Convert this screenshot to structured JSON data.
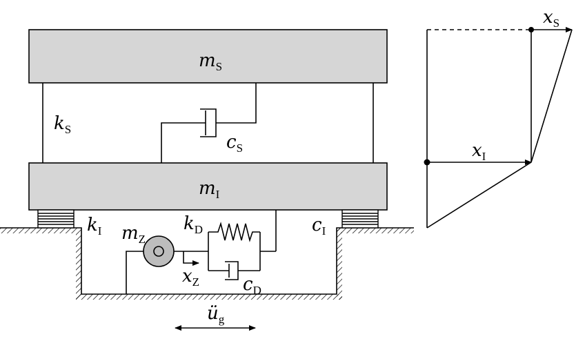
{
  "labels": {
    "m_s": {
      "base": "m",
      "sub": "S"
    },
    "k_s": {
      "base": "k",
      "sub": "S"
    },
    "c_s": {
      "base": "c",
      "sub": "S"
    },
    "m_i": {
      "base": "m",
      "sub": "I"
    },
    "k_i": {
      "base": "k",
      "sub": "I"
    },
    "c_i": {
      "base": "c",
      "sub": "I"
    },
    "m_z": {
      "base": "m",
      "sub": "Z"
    },
    "k_d": {
      "base": "k",
      "sub": "D"
    },
    "c_d": {
      "base": "c",
      "sub": "D"
    },
    "x_z": {
      "base": "x",
      "sub": "Z"
    },
    "u_g": {
      "base": "ü",
      "sub": "g"
    },
    "x_s": {
      "base": "x",
      "sub": "S"
    },
    "x_i": {
      "base": "x",
      "sub": "I"
    }
  },
  "colors": {
    "mass_fill": "#d6d6d6",
    "stroke": "#000000",
    "flywheel_fill": "#bdbdbd"
  }
}
